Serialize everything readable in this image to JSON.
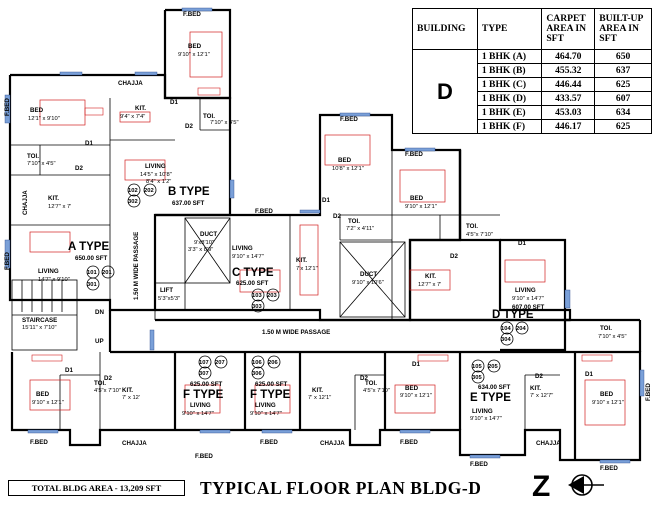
{
  "title": "TYPICAL FLOOR PLAN BLDG-D",
  "total_area": "TOTAL BLDG AREA  - 13,209 SFT",
  "table": {
    "headers": [
      "BUILDING",
      "TYPE",
      "CARPET AREA IN SFT",
      "BUILT-UP AREA IN SFT"
    ],
    "building": "D",
    "rows": [
      {
        "type": "1 BHK (A)",
        "carpet": "464.70",
        "builtup": "650"
      },
      {
        "type": "1 BHK (B)",
        "carpet": "455.32",
        "builtup": "637"
      },
      {
        "type": "1 BHK (C)",
        "carpet": "446.44",
        "builtup": "625"
      },
      {
        "type": "1 BHK (D)",
        "carpet": "433.57",
        "builtup": "607"
      },
      {
        "type": "1 BHK (E)",
        "carpet": "453.03",
        "builtup": "634"
      },
      {
        "type": "1 BHK (F)",
        "carpet": "446.17",
        "builtup": "625"
      }
    ]
  },
  "north_symbol": "Z",
  "labels": {
    "fbed": "F.BED",
    "chajja": "CHAJJA",
    "bed": "BED",
    "kit": "KIT.",
    "toi": "TOI.",
    "living": "LIVING",
    "duct": "DUCT",
    "lift": "LIFT",
    "staircase": "STAIRCASE",
    "dn": "DN",
    "up": "UP",
    "passage": "1.50 M WIDE PASSAGE",
    "d1": "D1",
    "d2": "D2"
  },
  "units": {
    "a": {
      "name": "A TYPE",
      "area": "650.00 SFT",
      "numbers": [
        "101",
        "201",
        "301"
      ],
      "bed": "12'1\" x 9'10\"",
      "toi": "7'10\" x 4'5\"",
      "kit": "12'7\" x 7'",
      "living": "14'7\" x 9'10\""
    },
    "b": {
      "name": "B TYPE",
      "area": "637.00 SFT",
      "numbers": [
        "102",
        "202",
        "302"
      ],
      "bed": "9'10\" x 12'1\"",
      "toi": "7'10\" x 4'5\"",
      "kit": "9'4\" x 7'4\"",
      "living": "14'5\" x 10'8\"",
      "living2": "8'4\" x 1'2\""
    },
    "c": {
      "name": "C TYPE",
      "area": "625.00 SFT",
      "numbers": [
        "103",
        "203",
        "303"
      ],
      "bed": "10'8\" x 12'1\"",
      "toi": "7'2\" x 4'11\"",
      "kit": "7'x 12'1\"",
      "living": "9'10\" x 14'7\""
    },
    "d": {
      "name": "D TYPE",
      "area": "607.00 SFT",
      "numbers": [
        "104",
        "204",
        "304"
      ],
      "bed": "9'10\" x 12'1\"",
      "toi": "4'5\"x 7'10\"",
      "kit": "12'7\" x 7'",
      "living": "9'10\" x 14'7\"",
      "toi2": "7'10\" x 4'5\""
    },
    "e": {
      "name": "E TYPE",
      "area": "634.00 SFT",
      "numbers": [
        "105",
        "205",
        "305"
      ],
      "bed": "9'10\" x 12'1\"",
      "toi": "4'5\"x 7'10\"",
      "kit": "7' x 12'7\"",
      "living": "9'10\" x 14'7\""
    },
    "f1": {
      "name": "F TYPE",
      "area": "625.00 SFT",
      "numbers": [
        "107",
        "207",
        "307"
      ],
      "bed": "9'10\" x 12'1\"",
      "toi": "4'5\"x 7'10\"",
      "kit": "7' x 12'",
      "living": "9'10\" x 14'7\""
    },
    "f2": {
      "name": "F TYPE",
      "area": "625.00 SFT",
      "numbers": [
        "106",
        "206",
        "306"
      ],
      "bed": "9'10\" x 12'1\"",
      "toi": "4'5\"x 7'10\"",
      "kit": "7' x 12'1\"",
      "living": "9'10\" x 14'7\""
    }
  },
  "core": {
    "duct_left": "9'x8'10\"",
    "duct_left2": "3'3\" x 8'9\"",
    "duct_right": "9'10\" x 10'6\"",
    "lift": "5'3\"x5'3\"",
    "staircase": "15'11\" x 7'10\""
  }
}
